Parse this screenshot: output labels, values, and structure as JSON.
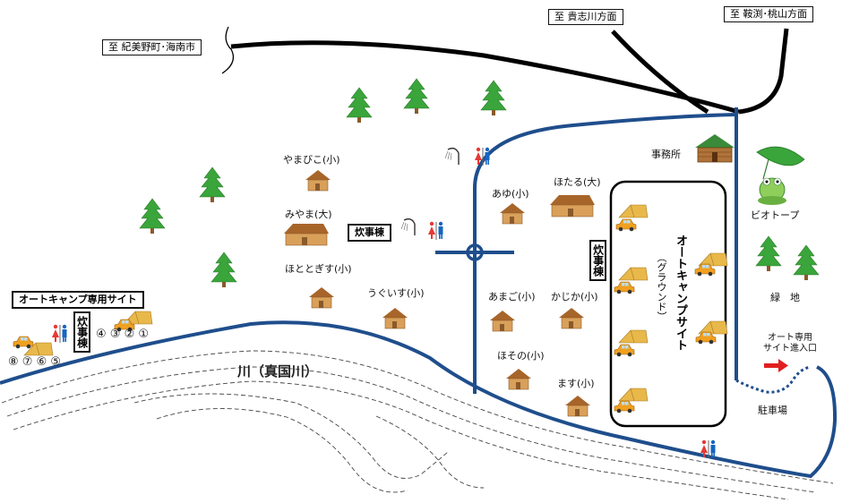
{
  "signs": {
    "kimino": "至 紀美野町･海南市",
    "kishigawa": "至 貴志川方面",
    "kurabuchi": "至 鞍渕･桃山方面"
  },
  "cabins": {
    "yamabiko": "やまびこ(小)",
    "miyama": "みやま(大)",
    "hototogisu": "ほととぎす(小)",
    "uguisu": "うぐいす(小)",
    "ayu": "あゆ(小)",
    "hotaru": "ほたる(大)",
    "amago": "あまご(小)",
    "kajika": "かじか(小)",
    "hosono": "ほその(小)",
    "masu": "ます(小)"
  },
  "facilities": {
    "office": "事務所",
    "biotope": "ビオトープ",
    "green": "緑　地",
    "auto_entrance": "オート専用\nサイト進入口",
    "parking": "駐車場",
    "kitchen_main": "炊事棟",
    "kitchen_ground": "炊事棟",
    "kitchen_west": "炊事棟",
    "auto_only_site": "オートキャンプ専用サイト"
  },
  "campsite": {
    "title": "オートキャンプサイト",
    "subtitle": "（グラウンド）"
  },
  "river": "川（真国川）",
  "site_numbers": {
    "row_right": "④ ③ ② ①",
    "row_left": "⑧ ⑦ ⑥ ⑤"
  },
  "icons": [
    "shower-icon",
    "toilet-icon",
    "tree-icon",
    "cabin-icon",
    "tent-icon",
    "car-icon",
    "frog-icon",
    "arrow-right-icon"
  ],
  "colors": {
    "path": "#1f4e8c",
    "road": "#000000",
    "tree": "#3aa53a",
    "cabin": "#c98a3a",
    "tent": "#e8b84a",
    "car": "#f0a020",
    "arrow": "#e02020",
    "man": "#1565c0",
    "woman": "#e53935"
  }
}
